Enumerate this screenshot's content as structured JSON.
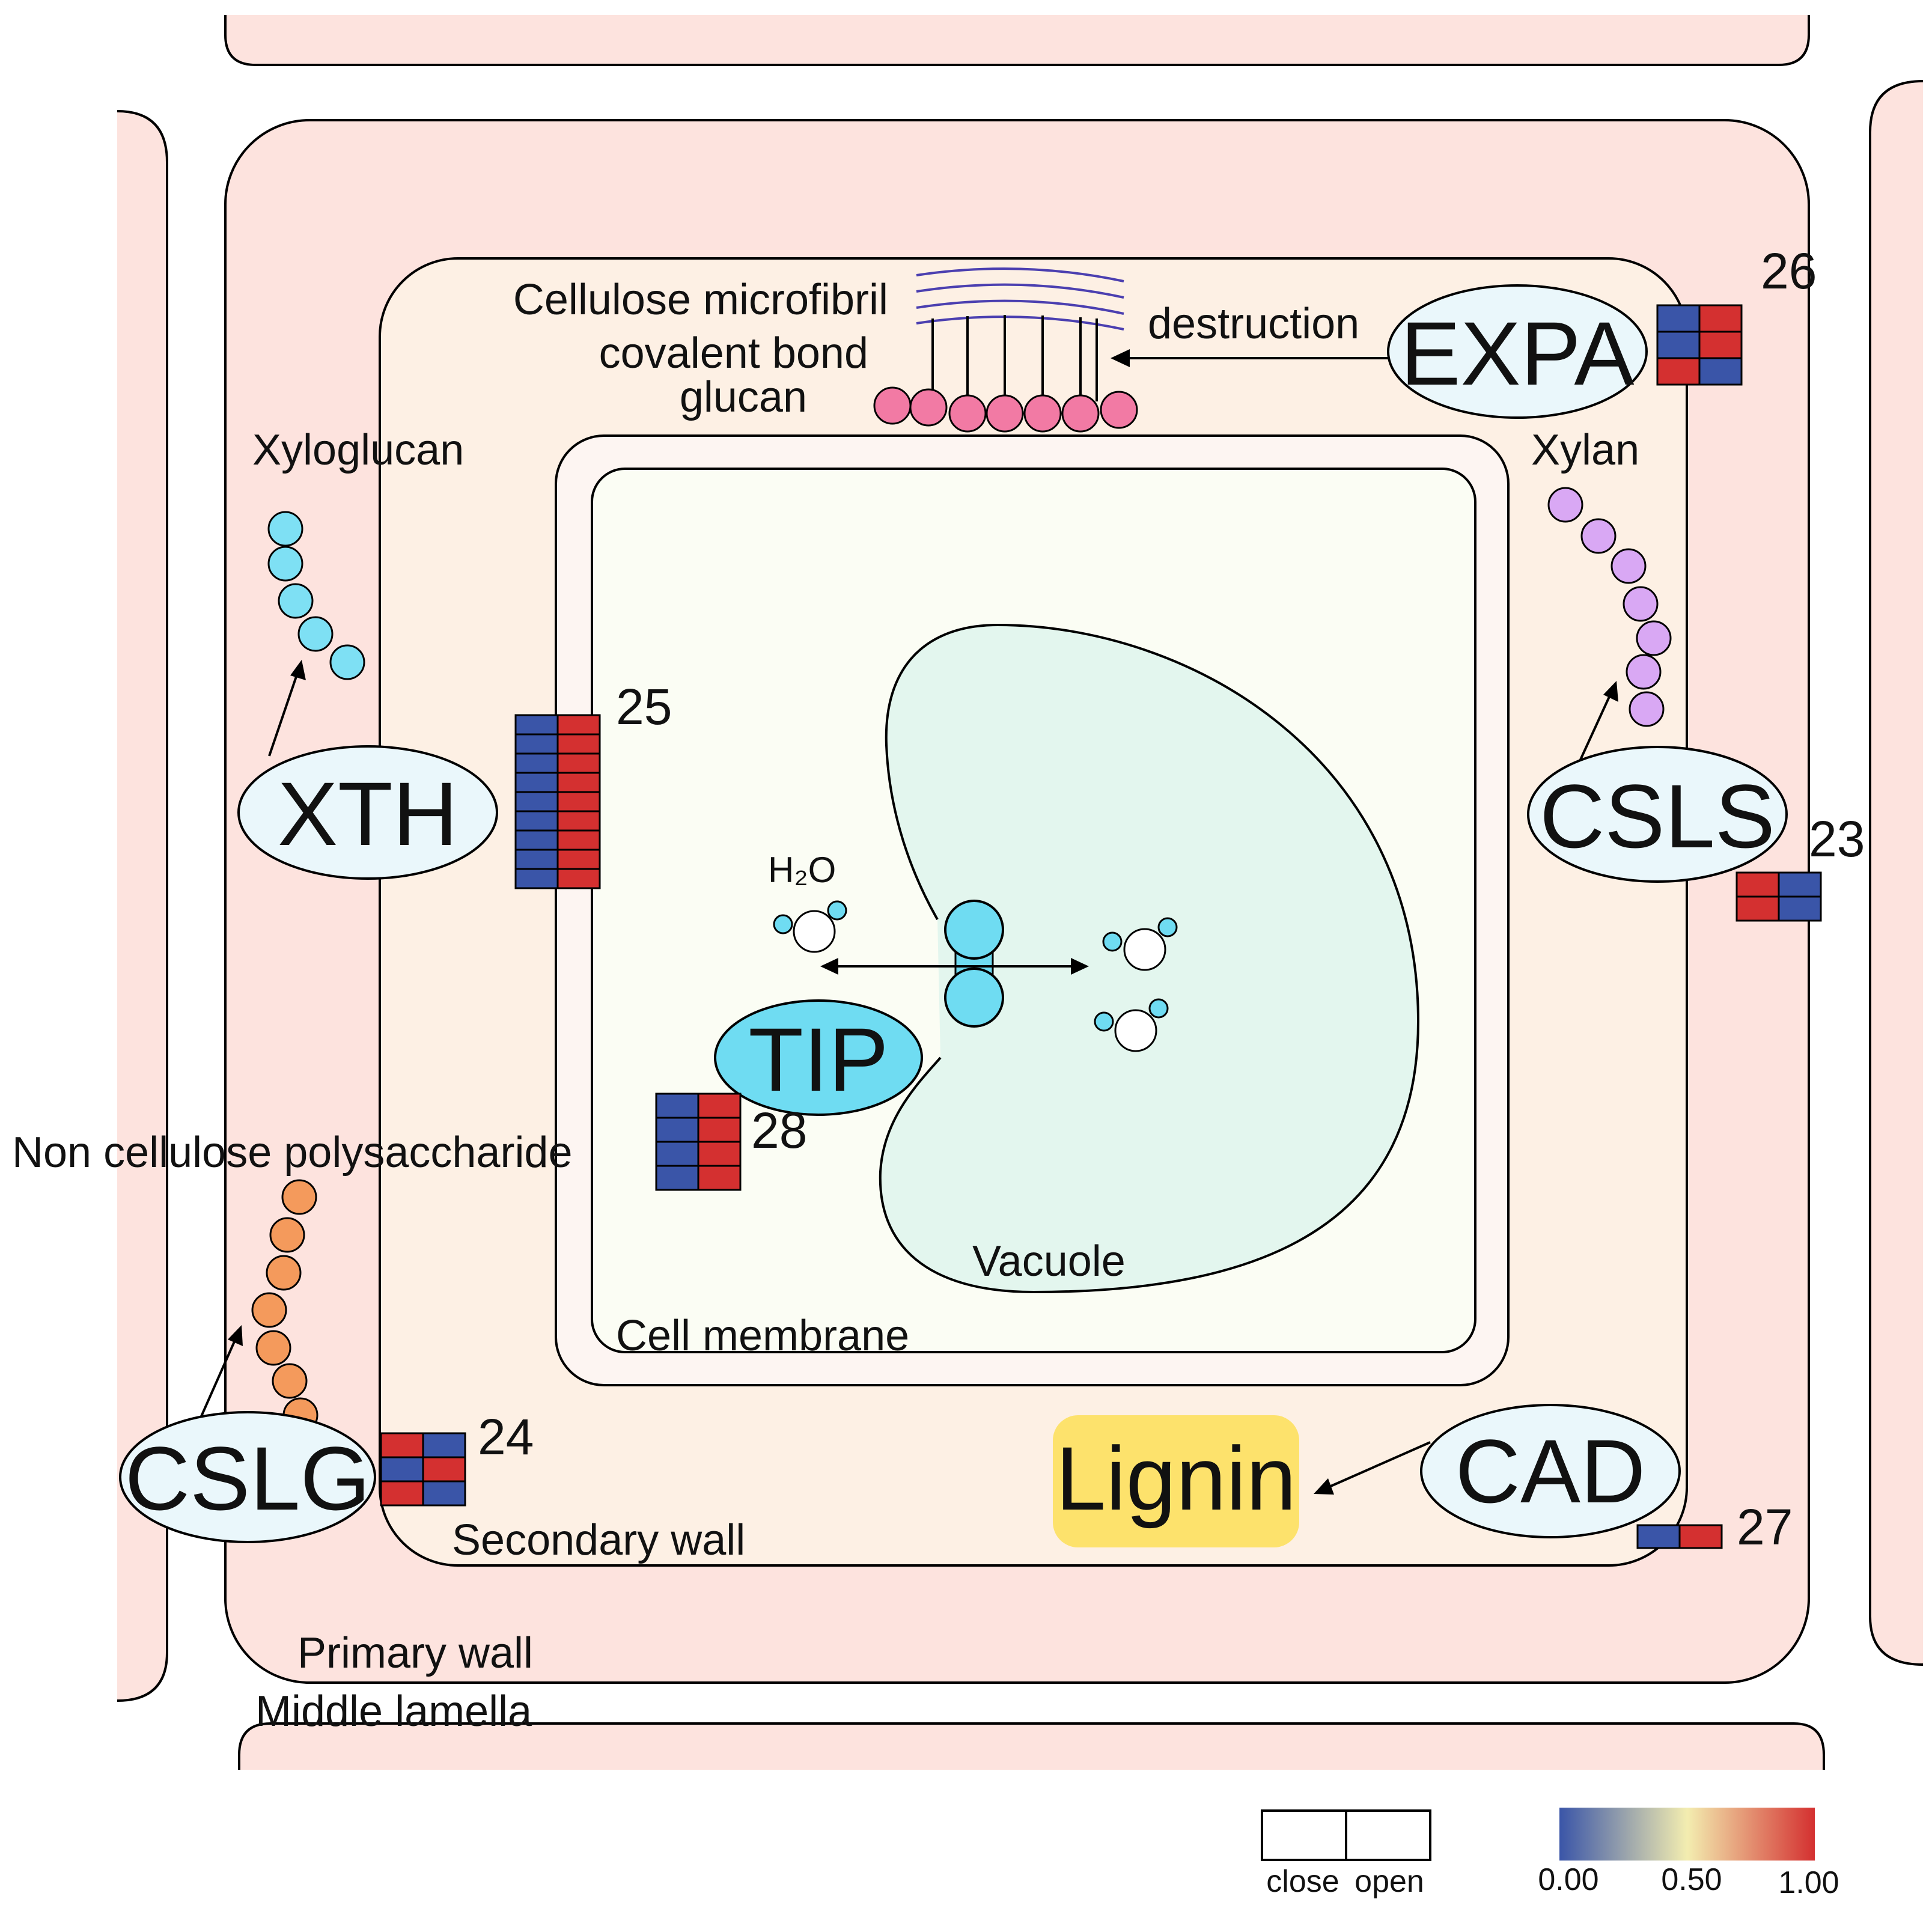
{
  "labels": {
    "cellulose_microfibril": "Cellulose microfibril",
    "covalent_bond": "covalent bond",
    "glucan": "glucan",
    "destruction": "destruction",
    "xyloglucan": "Xyloglucan",
    "xylan": "Xylan",
    "non_cellulose": "Non cellulose polysaccharide",
    "h2o": "H₂O",
    "vacuole": "Vacuole",
    "cell_membrane": "Cell membrane",
    "secondary_wall": "Secondary wall",
    "primary_wall": "Primary wall",
    "middle_lamella": "Middle lamella"
  },
  "enzymes": {
    "expa": "EXPA",
    "xth": "XTH",
    "csls": "CSLS",
    "tip": "TIP",
    "cslg": "CSLG",
    "cad": "CAD",
    "lignin": "Lignin"
  },
  "gene_counts": {
    "expa": "26",
    "xth": "25",
    "csls": "23",
    "tip": "28",
    "cslg": "24",
    "cad": "27"
  },
  "heatmaps": {
    "expa": [
      [
        0,
        1
      ],
      [
        0,
        1
      ],
      [
        1,
        0
      ]
    ],
    "xth": [
      [
        0,
        1
      ],
      [
        0,
        1
      ],
      [
        0,
        1
      ],
      [
        0,
        1
      ],
      [
        0,
        1
      ],
      [
        0,
        1
      ],
      [
        0,
        1
      ],
      [
        0,
        1
      ],
      [
        0,
        1
      ]
    ],
    "csls": [
      [
        1,
        0
      ],
      [
        1,
        0
      ]
    ],
    "tip": [
      [
        0,
        1
      ],
      [
        0,
        1
      ],
      [
        0,
        1
      ],
      [
        0,
        1
      ]
    ],
    "cslg": [
      [
        1,
        0
      ],
      [
        0,
        1
      ],
      [
        1,
        0
      ]
    ],
    "cad": [
      [
        0,
        1
      ]
    ]
  },
  "legend": {
    "close_label": "close",
    "open_label": "open",
    "scale_min": "0.00",
    "scale_mid": "0.50",
    "scale_max": "1.00",
    "color_low": "#3a55a8",
    "color_mid": "#f3edb0",
    "color_high": "#d43030"
  },
  "colors": {
    "wall_fill": "#fde3de",
    "secondary_fill": "#fdf0e4",
    "membrane_fill": "#fdf5f2",
    "cytoplasm_fill": "#fbfdf4",
    "vacuole_fill": "#e3f6ee",
    "xyloglucan": "#7ee0f4",
    "xylan": "#d9a8f4",
    "non_cellulose": "#f49a5c",
    "glucan": "#f27aa4",
    "fibril": "#4b3fb0",
    "enzyme_fill": "#eaf7fb",
    "tip_fill": "#6fdcf2",
    "lignin_fill": "#fde26c"
  }
}
